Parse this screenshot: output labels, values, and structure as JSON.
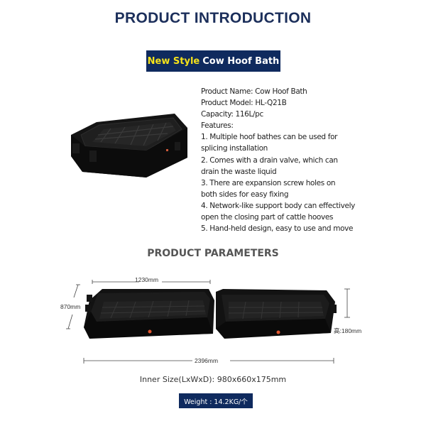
{
  "header": {
    "title": "PRODUCT INTRODUCTION",
    "banner_highlight": "New Style",
    "banner_text": "Cow Hoof Bath"
  },
  "product_info": {
    "name": "Product Name: Cow Hoof Bath",
    "model": "Product Model: HL-Q21B",
    "capacity": "Capacity: 116L/pc",
    "features_label": "Features:",
    "features": [
      "1. Multiple hoof bathes can be used for",
      "splicing installation",
      "2. Comes with a drain valve, which can",
      "drain the waste liquid",
      "3. There are expansion screw holes on",
      "both sides for easy fixing",
      "4. Network-like support body can effectively",
      "open the closing part of cattle hooves",
      "5. Hand-held design, easy to use and move"
    ]
  },
  "parameters": {
    "title": "PRODUCT PARAMETERS",
    "dims": {
      "length_single": "1230mm",
      "width": "870mm",
      "height": "高:180mm",
      "length_total": "2396mm"
    },
    "inner_size": "Inner Size(LxWxD): 980x660x175mm",
    "weight": "Weight : 14.2KG/个"
  },
  "colors": {
    "title": "#1c2f5b",
    "banner_bg": "#0f2a5e",
    "banner_highlight": "#f5e21a",
    "params_title": "#555555"
  }
}
